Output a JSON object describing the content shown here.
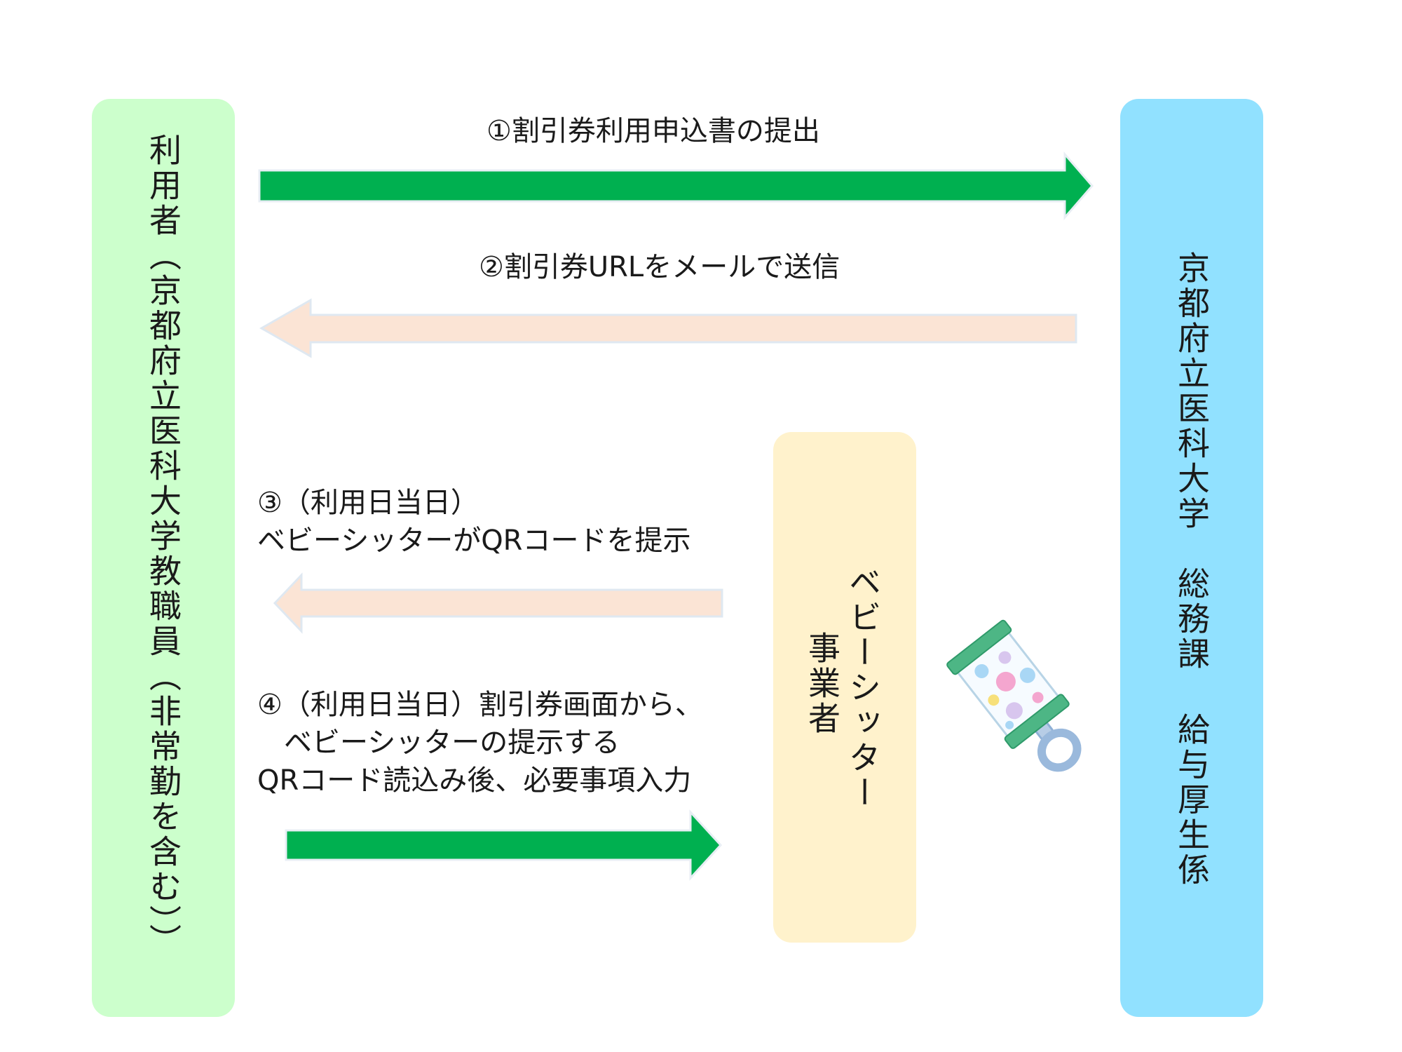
{
  "diagram": {
    "user_label": "利用者（京都府立医科大学教職員（非常勤を含む））",
    "university_label": "京都府立医科大学　総務課 給与厚生係",
    "sitter_label_line1": "ベビーシッター",
    "sitter_label_line2": "事業者",
    "steps": [
      {
        "label": "①割引券利用申込書の提出",
        "direction": "right",
        "color": "#00b050"
      },
      {
        "label": "②割引券URLをメールで送信",
        "direction": "left",
        "color": "#fbe4d5"
      },
      {
        "line1": "③（利用日当日）",
        "line2": "ベビーシッターがQRコードを提示",
        "direction": "left",
        "color": "#fbe4d5"
      },
      {
        "line1": "④（利用日当日）割引券画面から、",
        "line2": "ベビーシッターの提示する",
        "line3": "QRコード読込み後、必要事項入力",
        "direction": "right",
        "color": "#00b050"
      }
    ],
    "box_colors": {
      "user": "#ccffcc",
      "university": "#91e1ff",
      "sitter": "#fff2cc"
    },
    "icon": "rattle-toy-icon"
  }
}
